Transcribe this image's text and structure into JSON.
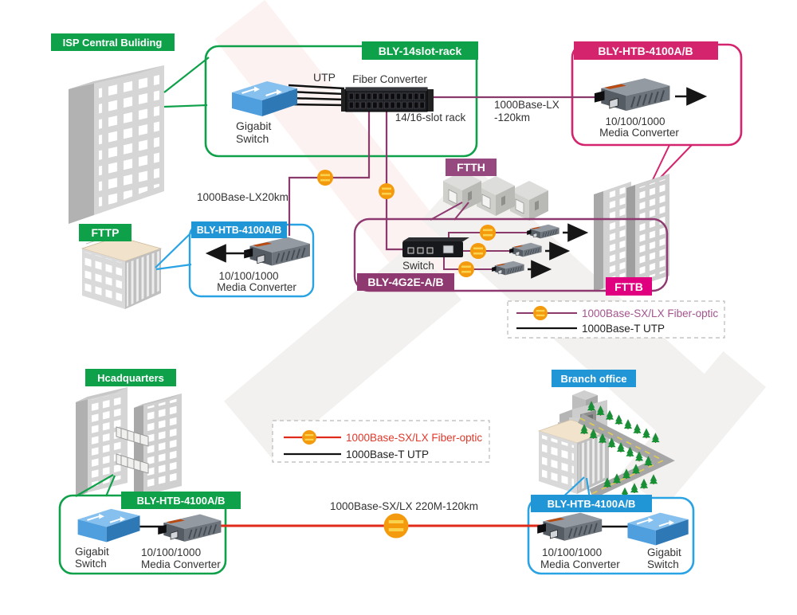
{
  "colors": {
    "green": "#0fa04a",
    "blue": "#2196d6",
    "blue_stroke": "#29a3e3",
    "magenta": "#d4246e",
    "bright_magenta": "#e0007f",
    "plum": "#96497f",
    "plum_dark": "#8e3a70",
    "fiber_purple": "#8a3b6b",
    "fiber_red": "#e02a1a",
    "coupler_orange": "#f49a0d"
  },
  "isp": {
    "label": "ISP Central Buliding"
  },
  "rack_group": {
    "box_label": "BLY-14slot-rack",
    "utp_label": "UTP",
    "device_title": "Fiber Converter",
    "device_subtitle": "14/16-slot rack",
    "switch_label_1": "Gigabit",
    "switch_label_2": "Switch"
  },
  "link_lx120": {
    "line1": "1000Base-LX",
    "line2": "-120km"
  },
  "link_lx20": {
    "text": "1000Base-LX20km"
  },
  "link_sx220": {
    "text": "1000Base-SX/LX 220M-120km"
  },
  "converter_top_right": {
    "box_label": "BLY-HTB-4100A/B",
    "caption_1": "10/100/1000",
    "caption_2": "Media Converter"
  },
  "converter_fttp": {
    "box_label": "BLY-HTB-4100A/B",
    "caption_1": "10/100/1000",
    "caption_2": "Media Converter"
  },
  "fttp": {
    "label": "FTTP"
  },
  "ftth": {
    "label": "FTTH"
  },
  "fttb": {
    "label": "FTTB"
  },
  "g4box": {
    "box_label": "BLY-4G2E-A/B",
    "switch_label": "Switch"
  },
  "legend_top": {
    "fiber_label": "1000Base-SX/LX Fiber-optic",
    "utp_label": "1000Base-T UTP"
  },
  "legend_bottom": {
    "fiber_label": "1000Base-SX/LX Fiber-optic",
    "utp_label": "1000Base-T UTP"
  },
  "headquarters": {
    "label": "Hcadquarters",
    "box_label": "BLY-HTB-4100A/B",
    "switch_label_1": "Gigabit",
    "switch_label_2": "Switch",
    "converter_1": "10/100/1000",
    "converter_2": "Media Converter"
  },
  "branch": {
    "label": "Branch office",
    "box_label": "BLY-HTB-4100A/B",
    "converter_1": "10/100/1000",
    "converter_2": "Media Converter",
    "switch_label_1": "Gigabit",
    "switch_label_2": "Switch"
  }
}
